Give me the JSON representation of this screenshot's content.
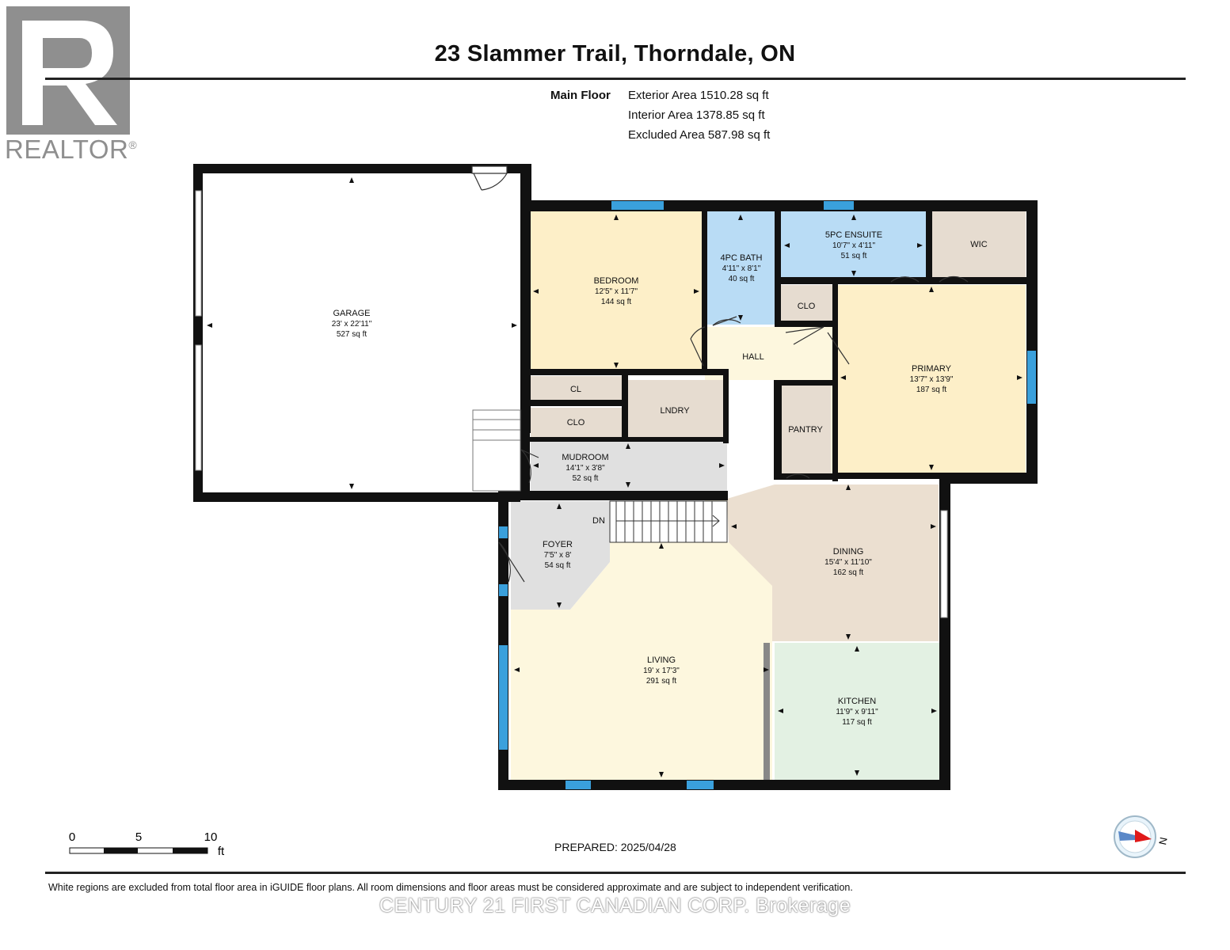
{
  "title": "23 Slammer Trail, Thorndale, ON",
  "logo": {
    "text": "REALTOR",
    "mark": "®"
  },
  "floor": {
    "name": "Main Floor",
    "areas": [
      "Exterior Area 1510.28 sq ft",
      "Interior Area 1378.85 sq ft",
      "Excluded Area 587.98 sq ft"
    ]
  },
  "rooms": {
    "garage": {
      "name": "GARAGE",
      "dims": "23' x 22'11\"",
      "area": "527 sq ft",
      "color": "#ffffff"
    },
    "bedroom": {
      "name": "BEDROOM",
      "dims": "12'5\" x 11'7\"",
      "area": "144 sq ft",
      "color": "#fdefc8"
    },
    "bath4": {
      "name": "4PC BATH",
      "dims": "4'11\" x 8'1\"",
      "area": "40 sq ft",
      "color": "#b9dcf5"
    },
    "ensuite": {
      "name": "5PC ENSUITE",
      "dims": "10'7\" x 4'11\"",
      "area": "51 sq ft",
      "color": "#b9dcf5"
    },
    "wic": {
      "name": "WIC",
      "color": "#e6dcd0"
    },
    "clo_hall": {
      "name": "CLO",
      "color": "#e6dcd0"
    },
    "hall": {
      "name": "HALL",
      "color": "#fdf7de"
    },
    "primary": {
      "name": "PRIMARY",
      "dims": "13'7\" x 13'9\"",
      "area": "187 sq ft",
      "color": "#fdefc8"
    },
    "cl": {
      "name": "CL",
      "color": "#e6dcd0"
    },
    "clo_mud": {
      "name": "CLO",
      "color": "#e6dcd0"
    },
    "lndry": {
      "name": "LNDRY",
      "color": "#e6dcd0"
    },
    "pantry": {
      "name": "PANTRY",
      "color": "#e6dcd0"
    },
    "mudroom": {
      "name": "MUDROOM",
      "dims": "14'1\" x 3'8\"",
      "area": "52 sq ft",
      "color": "#e0e0e0"
    },
    "foyer": {
      "name": "FOYER",
      "dims": "7'5\" x 8'",
      "area": "54 sq ft",
      "color": "#e0e0e0"
    },
    "dining": {
      "name": "DINING",
      "dims": "15'4\" x 11'10\"",
      "area": "162 sq ft",
      "color": "#ebdfd0"
    },
    "living": {
      "name": "LIVING",
      "dims": "19' x 17'3\"",
      "area": "291 sq ft",
      "color": "#fdf7de"
    },
    "kitchen": {
      "name": "KITCHEN",
      "dims": "11'9\" x 9'11\"",
      "area": "117 sq ft",
      "color": "#e3f1e3"
    }
  },
  "stairs_label": "DN",
  "scale": {
    "ticks": [
      "0",
      "5",
      "10"
    ],
    "unit": "ft"
  },
  "compass": {
    "label": "N"
  },
  "prepared": "PREPARED: 2025/04/28",
  "disclaimer": "White regions are excluded from total floor area in iGUIDE floor plans. All room dimensions and floor areas must be considered approximate and are subject to independent verification.",
  "brokerage": "CENTURY 21 FIRST CANADIAN CORP. Brokerage",
  "colors": {
    "wall": "#111111",
    "window": "#3aa0dc",
    "logo": "#8f8f8f"
  }
}
